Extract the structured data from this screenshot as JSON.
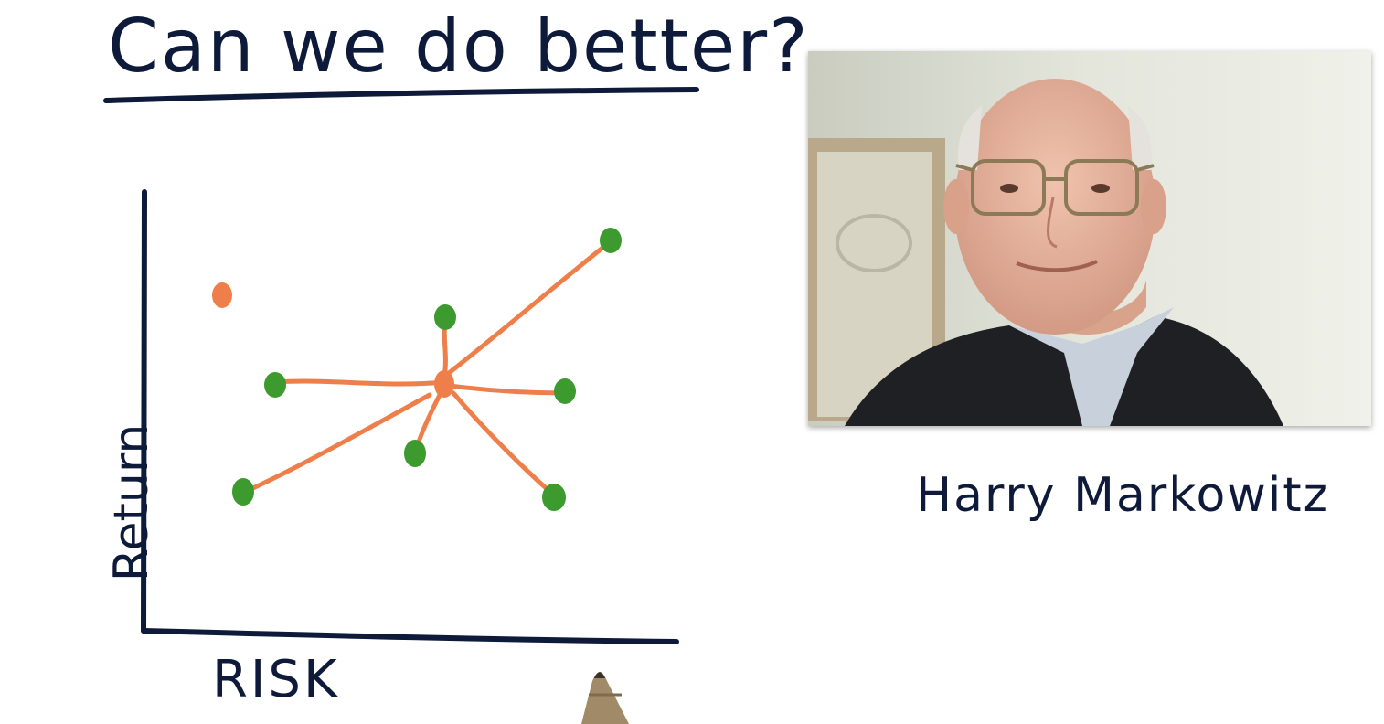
{
  "title": "Can we do better?",
  "diagram": {
    "y_axis_label": "Return",
    "x_axis_label": "RISK",
    "colors": {
      "ink": "#0e1a3a",
      "orange": "#ee7f4a",
      "green": "#3c9a2f"
    }
  },
  "photo": {
    "subject": "portrait photo",
    "caption": "Harry Markowitz"
  }
}
